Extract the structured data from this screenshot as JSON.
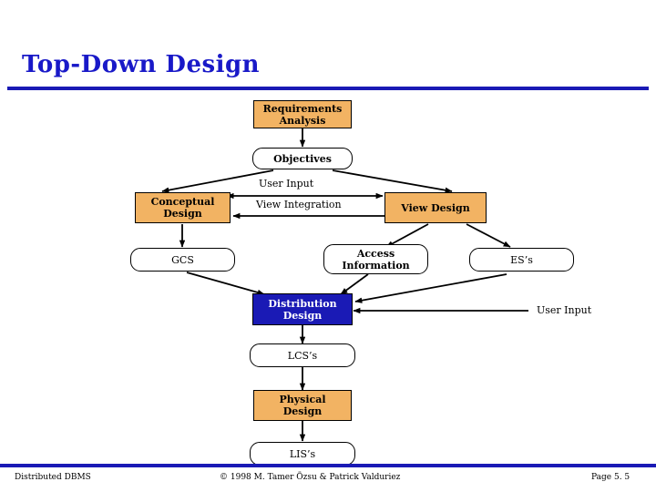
{
  "slide": {
    "title": "Top-Down Design",
    "accent_color": "#1a1ab5",
    "highlight_fill": "#f2b363",
    "selected_fill": "#1a1ab5"
  },
  "footer": {
    "left": "Distributed DBMS",
    "center": "© 1998 M. Tamer Özsu & Patrick Valduriez",
    "right": "Page 5. 5"
  },
  "diagram": {
    "nodes": [
      {
        "id": "requirements-analysis",
        "label": "Requirements\nAnalysis",
        "style": "orange",
        "shape": "rect"
      },
      {
        "id": "objectives",
        "label": "Objectives",
        "style": "white",
        "shape": "rounded"
      },
      {
        "id": "conceptual-design",
        "label": "Conceptual\nDesign",
        "style": "orange",
        "shape": "rect"
      },
      {
        "id": "view-design",
        "label": "View Design",
        "style": "orange",
        "shape": "rect"
      },
      {
        "id": "gcs",
        "label": "GCS",
        "style": "white",
        "shape": "rounded"
      },
      {
        "id": "access-information",
        "label": "Access\nInformation",
        "style": "white",
        "shape": "rounded"
      },
      {
        "id": "es",
        "label": "ES’s",
        "style": "white",
        "shape": "rounded"
      },
      {
        "id": "distribution-design",
        "label": "Distribution\nDesign",
        "style": "blue",
        "shape": "rect"
      },
      {
        "id": "lcs",
        "label": "LCS’s",
        "style": "white",
        "shape": "rounded"
      },
      {
        "id": "physical-design",
        "label": "Physical\nDesign",
        "style": "orange",
        "shape": "rect"
      },
      {
        "id": "lis",
        "label": "LIS’s",
        "style": "white",
        "shape": "rounded"
      }
    ],
    "edge_labels": [
      {
        "id": "user-input-top",
        "text": "User Input"
      },
      {
        "id": "view-integration",
        "text": "View Integration"
      },
      {
        "id": "user-input-right",
        "text": "User Input"
      }
    ]
  }
}
